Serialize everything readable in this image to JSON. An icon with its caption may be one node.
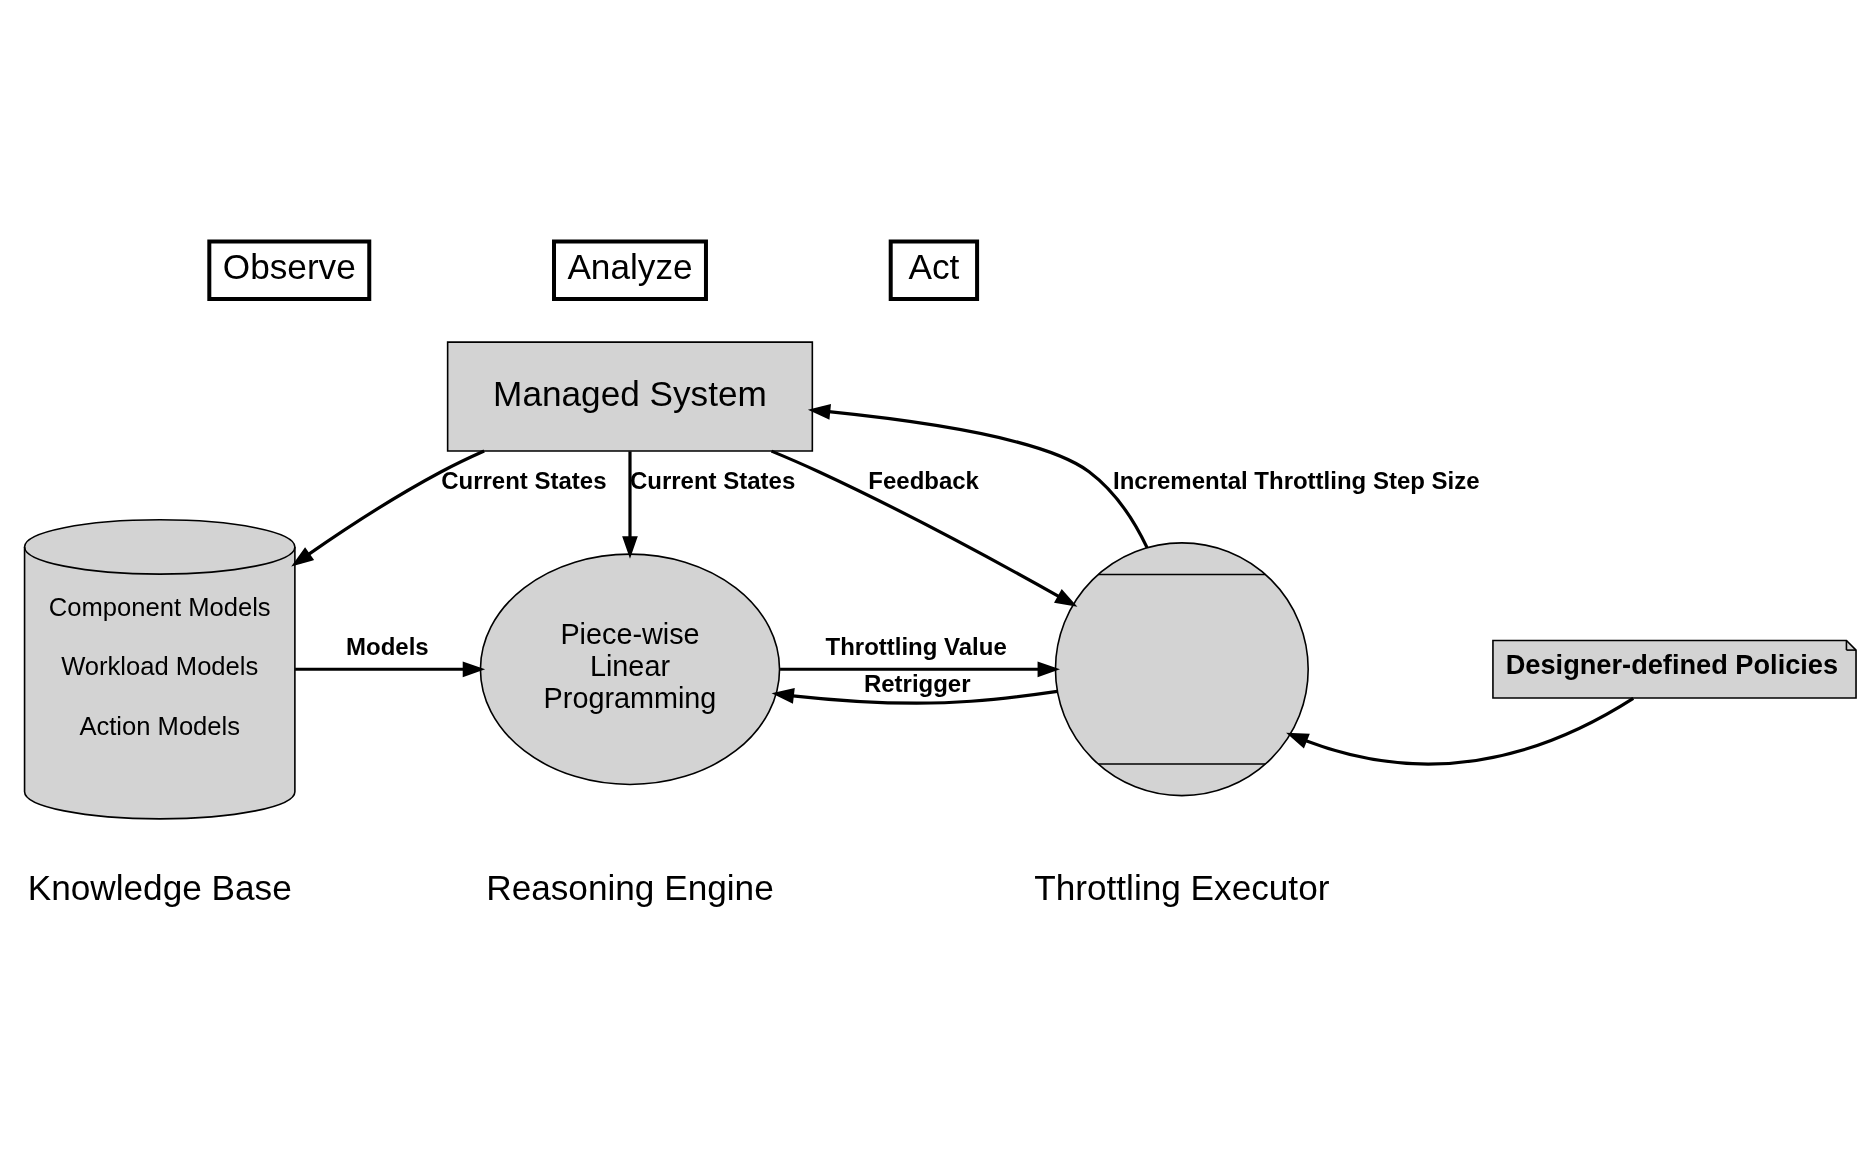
{
  "diagram": {
    "nodes": [
      {
        "text": [
          "Observe"
        ]
      },
      {
        "text": [
          "Analyze"
        ]
      },
      {
        "text": [
          "Act"
        ]
      },
      {
        "text": [
          "Managed System"
        ]
      },
      {
        "text": [
          "Component Models",
          "Workload Models",
          "Action Models"
        ],
        "beside": [
          "Knowledge Base"
        ]
      },
      {
        "text": [
          "Piece-wise Linear Programming"
        ],
        "beside": [
          "Reasoning Engine"
        ]
      },
      {
        "text": [],
        "shape": "circle",
        "beside": [
          "Throttling Executor"
        ]
      },
      {
        "text": [
          "Designer-defined Policies"
        ]
      }
    ],
    "edges": [
      {
        "from": 3,
        "to": 4,
        "arrow": "to",
        "label": "Current States"
      },
      {
        "from": 3,
        "to": 5,
        "arrow": "to",
        "label": "Current States"
      },
      {
        "from": 4,
        "to": 5,
        "arrow": "to",
        "label": "Models"
      },
      {
        "from": 5,
        "to": 6,
        "arrow": "to",
        "label": "Throttling Value"
      },
      {
        "from": 6,
        "to": 3,
        "arrow": "to",
        "label": "Incremental Throttling Step Size"
      },
      {
        "from": 3,
        "to": 6,
        "arrow": "to",
        "label": "Feedback"
      },
      {
        "from": 6,
        "to": 5,
        "arrow": "to",
        "label": "Retrigger"
      },
      {
        "from": 7,
        "to": 6,
        "arrow": "to"
      }
    ]
  }
}
